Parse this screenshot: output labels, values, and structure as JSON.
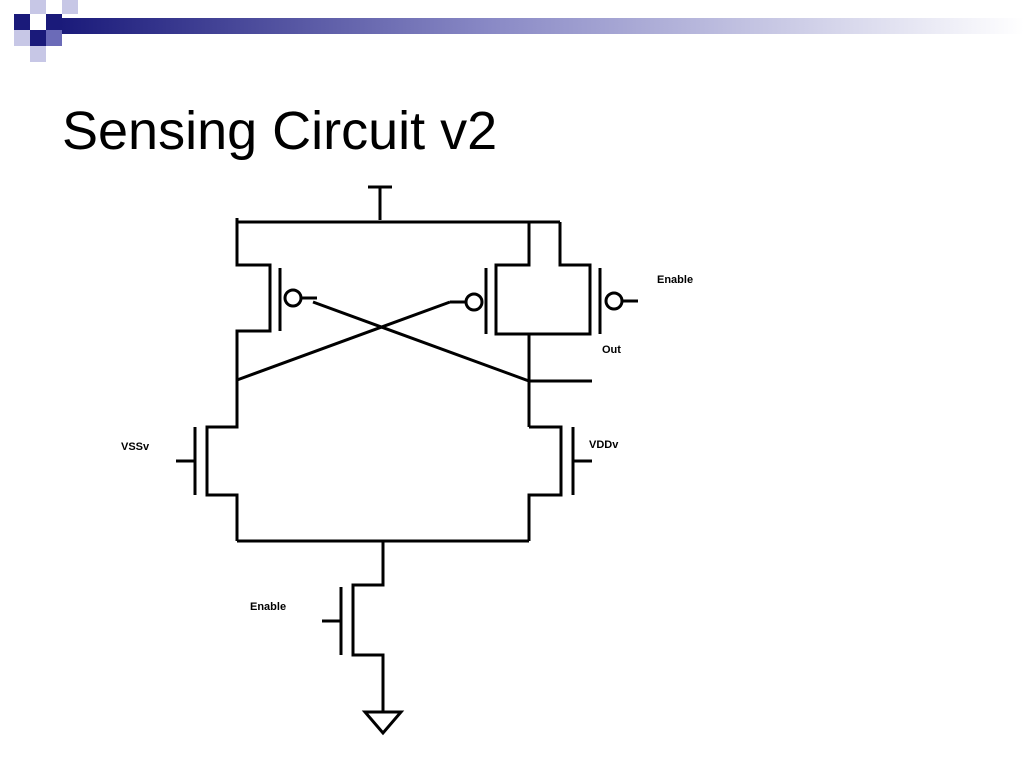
{
  "slide": {
    "title": "Sensing Circuit v2",
    "colors": {
      "accent_dark": "#1a1a7a",
      "accent_mid": "#6b6bb8",
      "accent_light": "#c7c7e6",
      "wire": "#000000",
      "background": "#ffffff"
    }
  },
  "circuit": {
    "labels": {
      "enable_top": "Enable",
      "out": "Out",
      "vssv": "VSSv",
      "vddv": "VDDv",
      "enable_bottom": "Enable"
    },
    "symbols": {
      "supply": "vdd-supply-icon",
      "ground": "ground-icon"
    }
  }
}
